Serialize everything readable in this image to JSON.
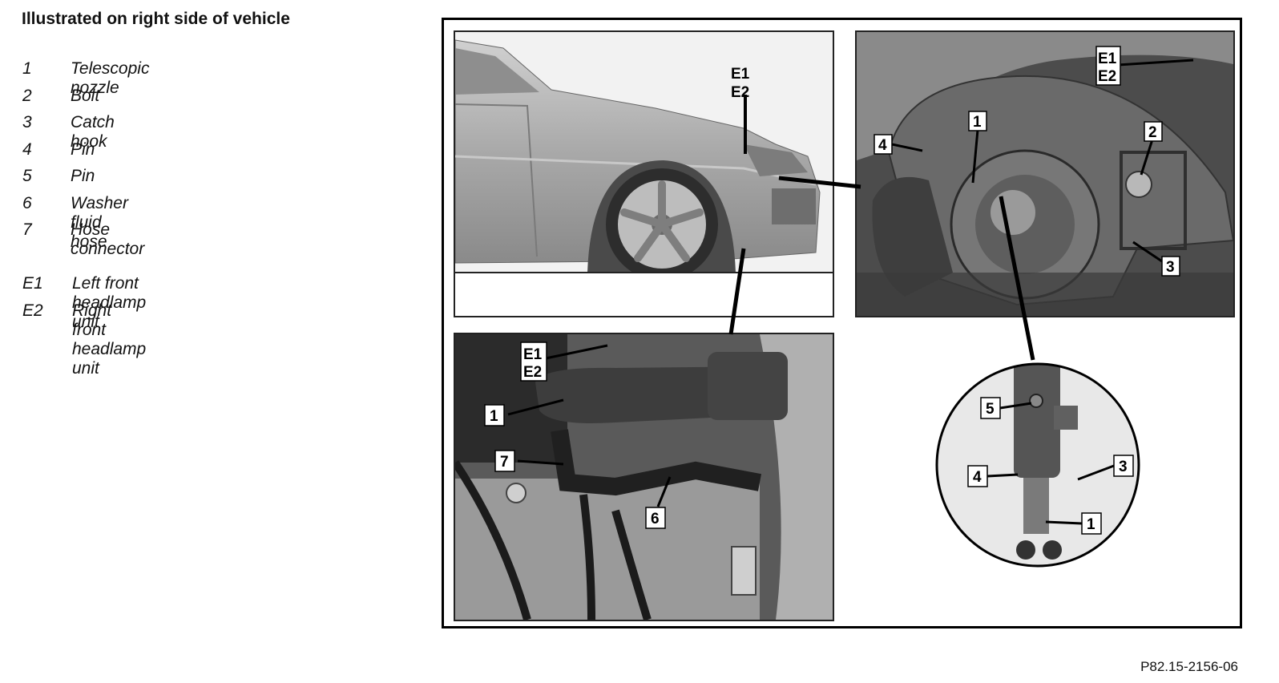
{
  "heading": "Illustrated on right side of vehicle",
  "legend": [
    {
      "num": "1",
      "text": "Telescopic nozzle"
    },
    {
      "num": "2",
      "text": "Bolt"
    },
    {
      "num": "3",
      "text": "Catch hook"
    },
    {
      "num": "4",
      "text": "Pin"
    },
    {
      "num": "5",
      "text": "Pin"
    },
    {
      "num": "6",
      "text": "Washer fluid hose"
    },
    {
      "num": "7",
      "text": "Hose connector"
    }
  ],
  "legend_units": [
    {
      "num": "E1",
      "text": "Left front headlamp unit"
    },
    {
      "num": "E2",
      "text": "Right front headlamp unit"
    }
  ],
  "callouts": {
    "e1": "E1",
    "e2": "E2",
    "n1": "1",
    "n2": "2",
    "n3": "3",
    "n4": "4",
    "n5": "5",
    "n6": "6",
    "n7": "7"
  },
  "reference": "P82.15-2156-06"
}
